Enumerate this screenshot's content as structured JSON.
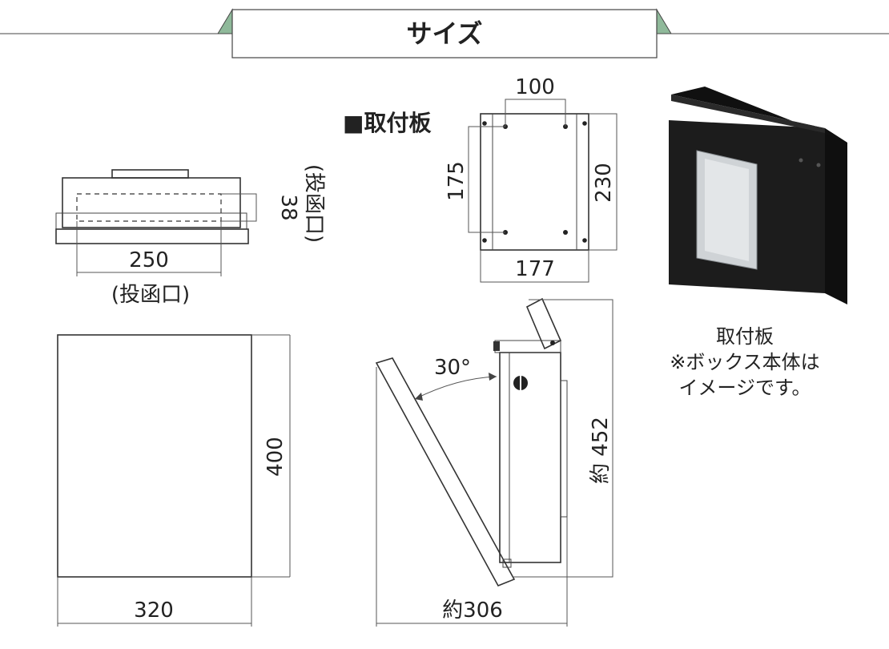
{
  "header": {
    "title": "サイズ"
  },
  "mounting_plate": {
    "heading": "■取付板",
    "dim_top": "100",
    "dim_left": "175",
    "dim_right": "230",
    "dim_bottom": "177"
  },
  "top_view": {
    "dim_opening_height": "38",
    "dim_opening_height_label": "(投函口)",
    "dim_opening_width": "250",
    "dim_opening_width_label": "(投函口)"
  },
  "front_view": {
    "dim_height": "400",
    "dim_width": "320"
  },
  "side_view": {
    "dim_angle": "30°",
    "dim_height": "約 452",
    "dim_depth": "約306"
  },
  "photo": {
    "caption_line1": "取付板",
    "caption_line2": "※ボックス本体は",
    "caption_line3": "イメージです。"
  },
  "colors": {
    "header_accent": "#8fb99a",
    "box_body": "#1c1c1c",
    "plate": "#cfd3d6"
  }
}
